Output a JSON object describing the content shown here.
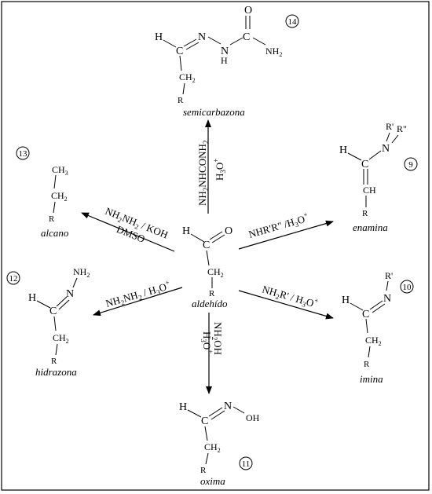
{
  "center": {
    "atom_h": "H",
    "atom_c": "C",
    "atom_o": "O",
    "ch2": "CH",
    "ch2_sub": "2",
    "r": "R",
    "name": "aldehído"
  },
  "products": {
    "semicarbazona": {
      "num": "14",
      "h": "H",
      "c": "C",
      "n1": "N",
      "n2": "N",
      "h2": "H",
      "c2": "C",
      "o": "O",
      "nh2": "NH",
      "nh2_sub": "2",
      "ch2": "CH",
      "ch2_sub": "2",
      "r": "R",
      "name": "semicarbazona"
    },
    "enamina": {
      "num": "9",
      "r1": "R'",
      "r2": "R\"",
      "n": "N",
      "h": "H",
      "c": "C",
      "ch": "CH",
      "r": "R",
      "name": "enamina"
    },
    "imina": {
      "num": "10",
      "r1": "R'",
      "n": "N",
      "h": "H",
      "c": "C",
      "ch2": "CH",
      "ch2_sub": "2",
      "r": "R",
      "name": "imina"
    },
    "oxima": {
      "num": "11",
      "h": "H",
      "c": "C",
      "n": "N",
      "oh": "OH",
      "ch2": "CH",
      "ch2_sub": "2",
      "r": "R",
      "name": "oxima"
    },
    "hidrazona": {
      "num": "12",
      "nh2": "NH",
      "nh2_sub": "2",
      "n": "N",
      "h": "H",
      "c": "C",
      "ch2": "CH",
      "ch2_sub": "2",
      "r": "R",
      "name": "hidrazona"
    },
    "alcano": {
      "num": "13",
      "ch3": "CH",
      "ch3_sub": "3",
      "ch2": "CH",
      "ch2_sub": "2",
      "r": "R",
      "name": "alcano"
    }
  },
  "reagents": {
    "semicarbazona": {
      "line1": "NH",
      "line1_sub": "2",
      "line1_rest": "NHCONH",
      "line1_sub2": "2",
      "line2": "H",
      "line2_sub": "3",
      "line2_rest": "O",
      "line2_sup": "+"
    },
    "enamina": {
      "a": "NHR'R\" /H",
      "a_sub": "3",
      "a_rest": "O",
      "a_sup": "+"
    },
    "imina": {
      "a": "NH",
      "a_sub": "2",
      "a_rest": "R' / H",
      "a_sub2": "3",
      "a_rest2": "O",
      "a_sup": "+"
    },
    "oxima": {
      "line1": "NH",
      "line1_sub": "2",
      "line1_rest": "OH",
      "line2": "H",
      "line2_sub": "3",
      "line2_rest": "O",
      "line2_sup": "+"
    },
    "hidrazona": {
      "a": "NH",
      "a_sub": "2",
      "a_rest": "NH",
      "a_sub2": "2",
      "a_rest2": " / H",
      "a_sub3": "3",
      "a_rest3": "O",
      "a_sup": "+"
    },
    "alcano": {
      "line1": "NH",
      "line1_sub": "2",
      "line1_rest": "NH",
      "line1_sub2": "2",
      "line1_rest2": " / KOH",
      "line2": "DMSO"
    }
  }
}
